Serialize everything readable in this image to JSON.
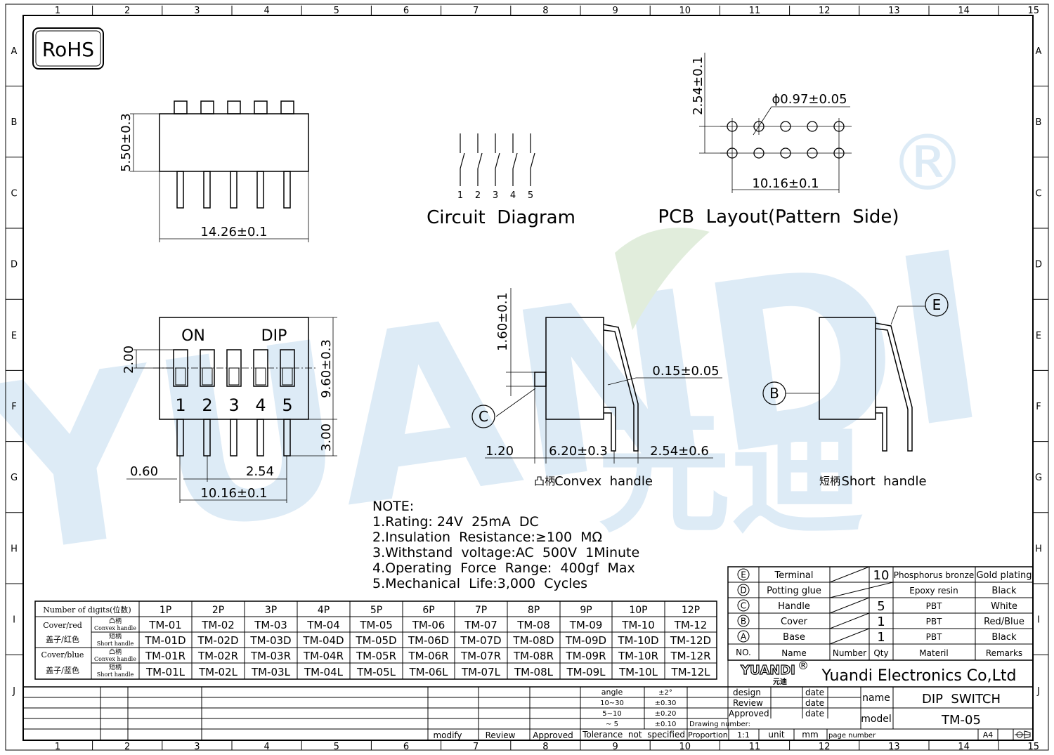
{
  "frame": {
    "cols": [
      "1",
      "2",
      "3",
      "4",
      "5",
      "6",
      "7",
      "8",
      "9",
      "10",
      "11",
      "12",
      "13",
      "14",
      "15"
    ],
    "rows": [
      "A",
      "B",
      "C",
      "D",
      "E",
      "F",
      "G",
      "H",
      "I",
      "J"
    ]
  },
  "rohs": "RoHS",
  "watermark": "YUANDI",
  "watermark_cn": "元迪",
  "watermark_mark": "®",
  "top_view": {
    "height_dim": "5.50±0.3",
    "width_dim": "14.26±0.1"
  },
  "circuit": {
    "pins": [
      "1",
      "2",
      "3",
      "4",
      "5"
    ],
    "title": "Circuit  Diagram"
  },
  "pcb": {
    "pitch_dim": "2.54±0.1",
    "hole_dim": "ϕ0.97±0.05",
    "span_dim": "10.16±0.1",
    "title": "PCB  Layout(Pattern  Side)"
  },
  "front_view": {
    "on_label": "ON",
    "dip_label": "DIP",
    "positions": [
      "1",
      "2",
      "3",
      "4",
      "5"
    ],
    "dim_slot": "2.00",
    "dim_height": "9.60±0.3",
    "dim_pin": "3.00",
    "dim_pin_w": "0.60",
    "dim_pitch": "2.54",
    "dim_span": "10.16±0.1"
  },
  "convex_view": {
    "dim_handle": "1.60±0.1",
    "dim_thick": "0.15±0.05",
    "callout": "C",
    "dim_a": "1.20",
    "dim_b": "6.20±0.3",
    "dim_c": "2.54±0.6",
    "label_cn": "凸柄",
    "label": "Convex  handle"
  },
  "short_view": {
    "callout_e": "E",
    "callout_b": "B",
    "label_cn": "短柄",
    "label": "Short  handle"
  },
  "notes": {
    "title": "NOTE:",
    "items": [
      "1.Rating: 24V  25mA  DC",
      "2.Insulation  Resistance:≥100  MΩ",
      "3.Withstand  voltage:AC  500V  1Minute",
      "4.Operating  Force  Range:  400gf  Max",
      "5.Mechanical  Life:3,000  Cycles"
    ]
  },
  "digits_table": {
    "head": "Number of digits(位数)",
    "cols": [
      "1P",
      "2P",
      "3P",
      "4P",
      "5P",
      "6P",
      "7P",
      "8P",
      "9P",
      "10P",
      "12P"
    ],
    "groups": [
      {
        "a": "Cover/red",
        "b": "盖子/红色"
      },
      {
        "a": "Cover/blue",
        "b": "盖子/蓝色"
      }
    ],
    "rows": [
      {
        "cn": "凸柄",
        "en": "Convex handle",
        "cells": [
          "TM-01",
          "TM-02",
          "TM-03",
          "TM-04",
          "TM-05",
          "TM-06",
          "TM-07",
          "TM-08",
          "TM-09",
          "TM-10",
          "TM-12"
        ]
      },
      {
        "cn": "短柄",
        "en": "Short handle",
        "cells": [
          "TM-01D",
          "TM-02D",
          "TM-03D",
          "TM-04D",
          "TM-05D",
          "TM-06D",
          "TM-07D",
          "TM-08D",
          "TM-09D",
          "TM-10D",
          "TM-12D"
        ]
      },
      {
        "cn": "凸柄",
        "en": "Convex handle",
        "cells": [
          "TM-01R",
          "TM-02R",
          "TM-03R",
          "TM-04R",
          "TM-05R",
          "TM-06R",
          "TM-07R",
          "TM-08R",
          "TM-09R",
          "TM-10R",
          "TM-12R"
        ]
      },
      {
        "cn": "短柄",
        "en": "Short handle",
        "cells": [
          "TM-01L",
          "TM-02L",
          "TM-03L",
          "TM-04L",
          "TM-05L",
          "TM-06L",
          "TM-07L",
          "TM-08L",
          "TM-09L",
          "TM-10L",
          "TM-12L"
        ]
      }
    ]
  },
  "bom": {
    "rows": [
      {
        "no": "E",
        "name": "Terminal",
        "number": "",
        "qty": "10",
        "material": "Phosphorus bronze",
        "remarks": "Gold plating"
      },
      {
        "no": "D",
        "name": "Potting glue",
        "number": "",
        "qty": "",
        "material": "Epoxy resin",
        "remarks": "Black"
      },
      {
        "no": "C",
        "name": "Handle",
        "number": "",
        "qty": "5",
        "material": "PBT",
        "remarks": "White"
      },
      {
        "no": "B",
        "name": "Cover",
        "number": "",
        "qty": "1",
        "material": "PBT",
        "remarks": "Red/Blue"
      },
      {
        "no": "A",
        "name": "Base",
        "number": "",
        "qty": "1",
        "material": "PBT",
        "remarks": "Black"
      }
    ],
    "header": {
      "no": "NO.",
      "name": "Name",
      "number": "Number",
      "qty": "Qty",
      "material": "Materil",
      "remarks": "Remarks"
    }
  },
  "title_block": {
    "logo": "YUANDI",
    "logo_cn": "元迪",
    "logo_mark": "®",
    "company": "Yuandi Electronics Co,Ltd",
    "name_label": "name",
    "name_value": "DIP  SWITCH",
    "model_label": "model",
    "model_value": "TM-05",
    "approval_labels": [
      "design",
      "Review",
      "Approved"
    ],
    "date_label": "date",
    "drawing_number_label": "Drawing number:",
    "proportion_label": "Proportion",
    "proportion_value": "1:1",
    "unit_label": "unit",
    "unit_value": "mm",
    "page_number_label": "page number",
    "size": "A4",
    "revision_labels": [
      "modify",
      "Review",
      "Approved"
    ],
    "tolerance_title": "Tolerance  not  specified",
    "tolerance": [
      {
        "range": "angle",
        "value": "±2°"
      },
      {
        "range": "10~30",
        "value": "±0.30"
      },
      {
        "range": "5~10",
        "value": "±0.20"
      },
      {
        "range": "~ 5",
        "value": "±0.10"
      }
    ]
  }
}
